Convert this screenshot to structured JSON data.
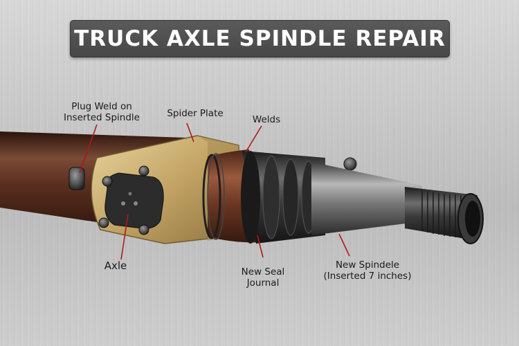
{
  "title": "TRUCK AXLE SPINDLE REPAIR",
  "labels": {
    "plug_weld": [
      "Plug Weld on",
      "Inserted Spindle"
    ],
    "spider_plate": "Spider Plate",
    "welds": "Welds",
    "axle": "Axle",
    "seal_journal": [
      "New Seal",
      "Journal"
    ],
    "new_spindle": [
      "New Spindele",
      "(Inserted 7 inches)"
    ]
  },
  "colors": {
    "axle_tube": "#5a2c1e",
    "spider_plate": "#c8ab6a",
    "weld_band": "#7a4530",
    "spindle": "#3a3a3a",
    "leader_line": "#b01818"
  }
}
